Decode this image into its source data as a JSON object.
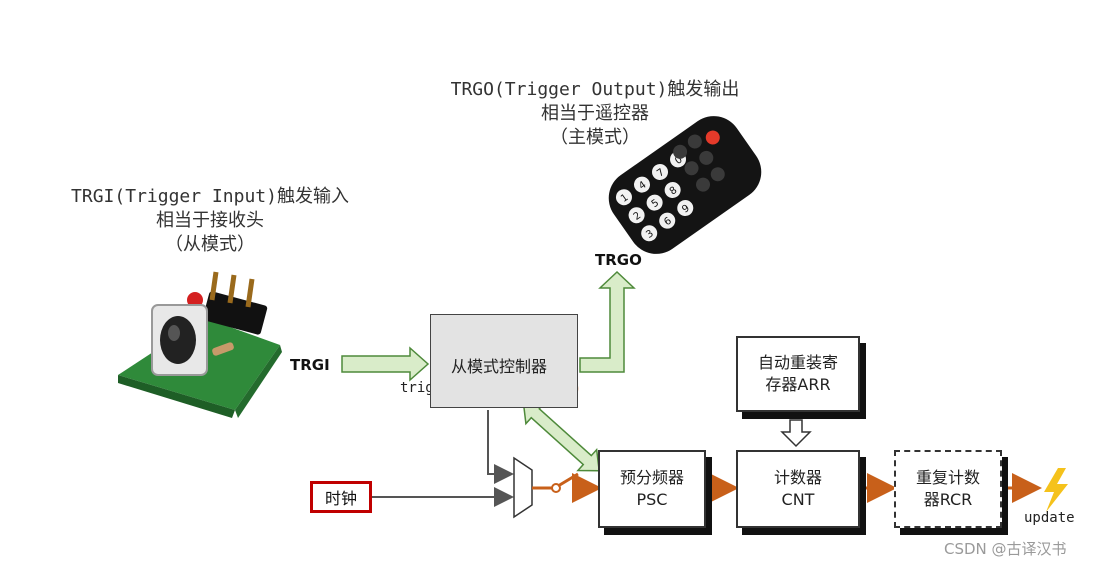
{
  "receiver": {
    "line1": "TRGI(Trigger Input)触发输入",
    "line2": "相当于接收头",
    "line3": "（从模式）"
  },
  "remote": {
    "line1": "TRGO(Trigger Output)触发输出",
    "line2": "相当于遥控器",
    "line3": "（主模式）",
    "keys": [
      "1",
      "2",
      "3",
      "4",
      "5",
      "6",
      "7",
      "8",
      "9",
      "0"
    ]
  },
  "labels": {
    "trgo": "TRGO",
    "trgi": "TRGI",
    "trigger": "trigger",
    "update": "update"
  },
  "blocks": {
    "slave_ctrl": "从模式控制器",
    "clock": "时钟",
    "psc_line1": "预分频器",
    "psc_line2": "PSC",
    "cnt_line1": "计数器",
    "cnt_line2": "CNT",
    "arr_line1": "自动重装寄",
    "arr_line2": "存器ARR",
    "rcr_line1": "重复计数",
    "rcr_line2": "器RCR"
  },
  "watermark": "CSDN @古译汉书",
  "colors": {
    "green_arrow_fill": "#d9ecc9",
    "green_arrow_stroke": "#4e8a3a",
    "orange_wire": "#c8601a",
    "clock_border": "#c00000",
    "annotation_red": "#e01818",
    "annotation_circle": "#e07a3a",
    "lightning": "#f5c21b"
  }
}
